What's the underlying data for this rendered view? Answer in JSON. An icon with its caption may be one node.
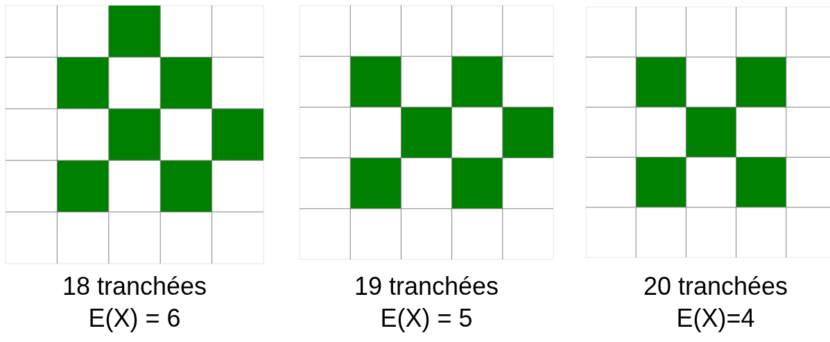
{
  "diagram": {
    "labels": [
      "18 tranchées",
      "E(X) = 6",
      "19 tranchées",
      "E(X) = 5",
      "20 tranchées",
      "E(X)=4"
    ]
  }
}
